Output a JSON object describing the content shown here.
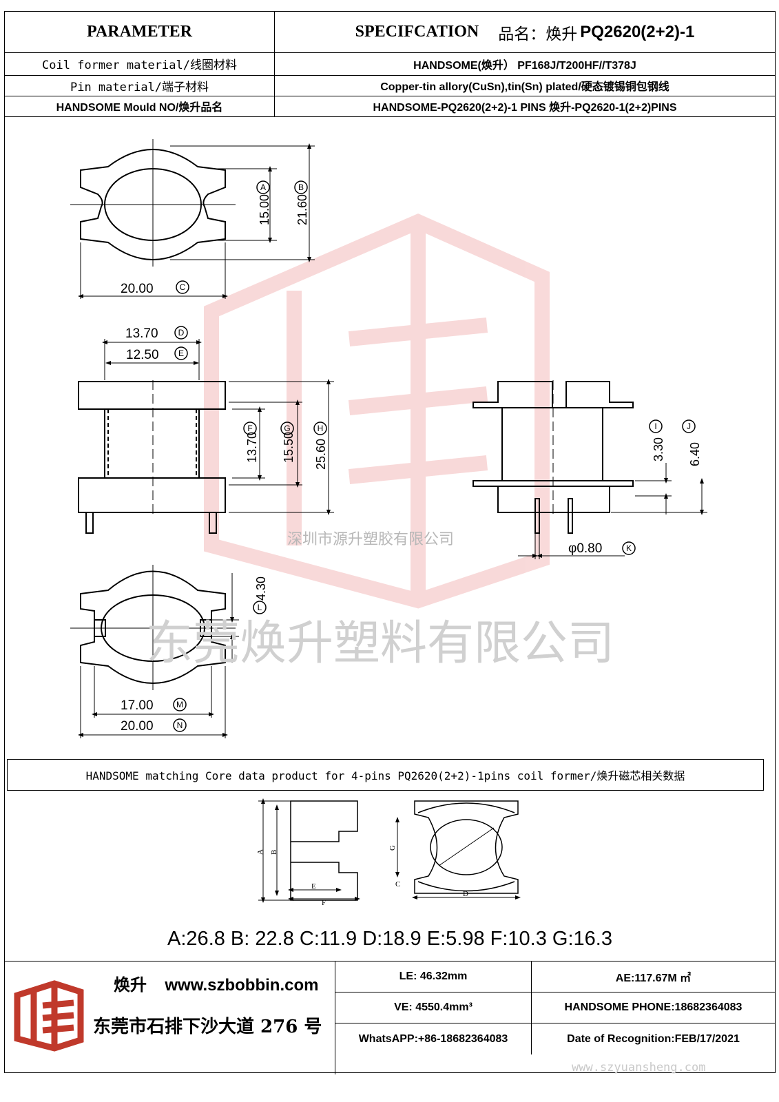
{
  "header": {
    "parameter": "PARAMETER",
    "specification": "SPECIFCATION",
    "pinming": "品名：焕升",
    "part_no": "PQ2620(2+2)-1"
  },
  "rows": [
    {
      "label": "Coil former material/线圈材料",
      "value": "HANDSOME(焕升）  PF168J/T200HF//T378J"
    },
    {
      "label": "Pin material/端子材料",
      "value": "Copper-tin allory(CuSn),tin(Sn) plated/硬态镀锡铜包钢线"
    },
    {
      "label": "HANDSOME Mould NO/焕升品名",
      "value": "HANDSOME-PQ2620(2+2)-1 PINS    焕升-PQ2620-1(2+2)PINS"
    }
  ],
  "dims": {
    "A": "15.00",
    "B": "21.60",
    "C": "20.00",
    "D": "13.70",
    "E": "12.50",
    "F": "13.70",
    "G": "15.50",
    "H": "25.60",
    "I": "3.30",
    "J": "6.40",
    "K": "φ0.80",
    "L": "4.30",
    "M": "17.00",
    "N": "20.00"
  },
  "dim_letters": {
    "A": "A",
    "B": "B",
    "C": "C",
    "D": "D",
    "E": "E",
    "F": "F",
    "G": "G",
    "H": "H",
    "I": "I",
    "J": "J",
    "K": "K",
    "L": "L",
    "M": "M",
    "N": "N"
  },
  "watermarks": {
    "small": "深圳市源升塑胶有限公司",
    "large": "东莞焕升塑料有限公司",
    "site": "www.szyuansheng.com"
  },
  "match_line": "HANDSOME matching Core data  product for 4-pins PQ2620(2+2)-1pins coil former/焕升磁芯相关数据",
  "core_letters": {
    "A": "A",
    "B": "B",
    "C": "C",
    "D": "D",
    "E": "E",
    "F": "F",
    "G": "G"
  },
  "core_dims": "A:26.8 B: 22.8 C:11.9 D:18.9 E:5.98 F:10.3 G:16.3",
  "footer": {
    "brand": "焕升",
    "website": "www.szbobbin.com",
    "address": "东莞市石排下沙大道 276 号",
    "le": "LE: 46.32mm",
    "ae": "AE:117.67M ㎡",
    "ve": "VE: 4550.4mm³",
    "phone": "HANDSOME PHONE:18682364083",
    "whatsapp": "WhatsAPP:+86-18682364083",
    "date": "Date of Recognition:FEB/17/2021"
  }
}
